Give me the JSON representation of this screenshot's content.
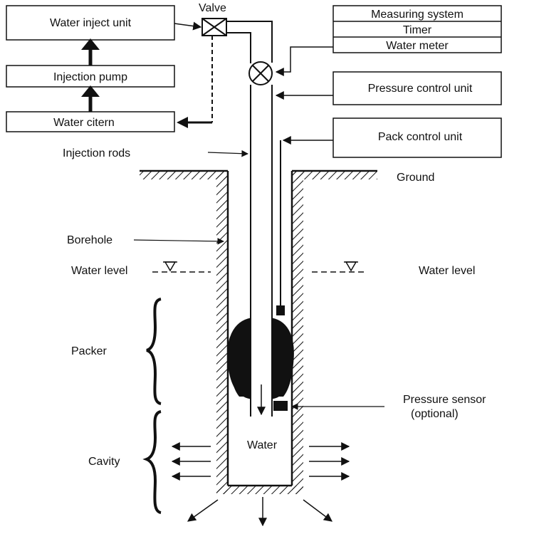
{
  "boxes": {
    "water_inject_unit": "Water inject unit",
    "injection_pump": "Injection pump",
    "water_citern": "Water citern",
    "measuring_system": "Measuring system",
    "timer": "Timer",
    "water_meter": "Water meter",
    "pressure_control_unit": "Pressure control unit",
    "pack_control_unit": "Pack control unit"
  },
  "labels": {
    "valve": "Valve",
    "injection_rods": "Injection rods",
    "ground": "Ground",
    "borehole": "Borehole",
    "water_level_left": "Water level",
    "water_level_right": "Water level",
    "packer": "Packer",
    "pressure_sensor_line1": "Pressure sensor",
    "pressure_sensor_line2": "(optional)",
    "water": "Water",
    "cavity": "Cavity"
  }
}
